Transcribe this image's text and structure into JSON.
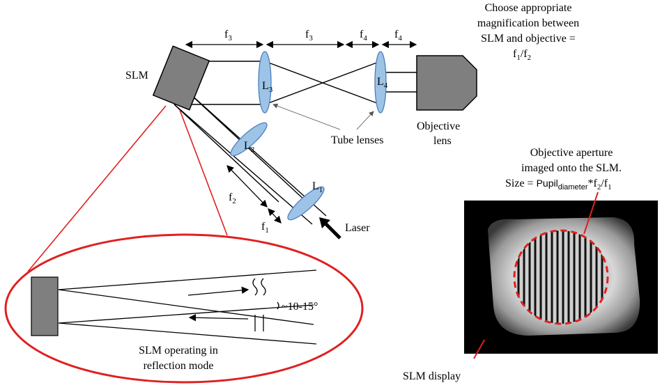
{
  "labels": {
    "slm": "SLM",
    "laser": "Laser",
    "tube_lenses": "Tube lenses",
    "objective_line1": "Objective",
    "objective_line2": "lens",
    "aperture_line1": "Objective aperture",
    "aperture_line2": "imaged onto the SLM.",
    "aperture_size_prefix": "Size = ",
    "aperture_pupil": "Pupil",
    "aperture_pupil_sub": "diameter",
    "aperture_f2": "*f",
    "aperture_f2_sub": "2",
    "aperture_f1": "/f",
    "aperture_f1_sub": "1",
    "slm_display": "SLM display",
    "reflection_line1": "SLM operating in",
    "reflection_line2": "reflection mode",
    "angle": "~10-15°",
    "magnification_line1": "Choose appropriate",
    "magnification_line2": "magnification between",
    "magnification_line3": "SLM and objective =",
    "magnification_line4_f1": "f",
    "magnification_line4_sub1": "1",
    "magnification_line4_slash": "/f",
    "magnification_line4_sub2": "2"
  },
  "dimensions": [
    {
      "base": "f",
      "sub": "3"
    },
    {
      "base": "f",
      "sub": "3"
    },
    {
      "base": "f",
      "sub": "4"
    },
    {
      "base": "f",
      "sub": "4"
    },
    {
      "base": "f",
      "sub": "2"
    },
    {
      "base": "f",
      "sub": "1"
    }
  ],
  "lenses": [
    {
      "base": "L",
      "sub": "1"
    },
    {
      "base": "L",
      "sub": "2"
    },
    {
      "base": "L",
      "sub": "3"
    },
    {
      "base": "L",
      "sub": "4"
    }
  ],
  "colors": {
    "lens_fill": "#9dc3e6",
    "lens_stroke": "#4a7ebb",
    "slm_fill": "#7f7f7f",
    "highlight_red": "#e02020",
    "display_dark": "#000000"
  }
}
